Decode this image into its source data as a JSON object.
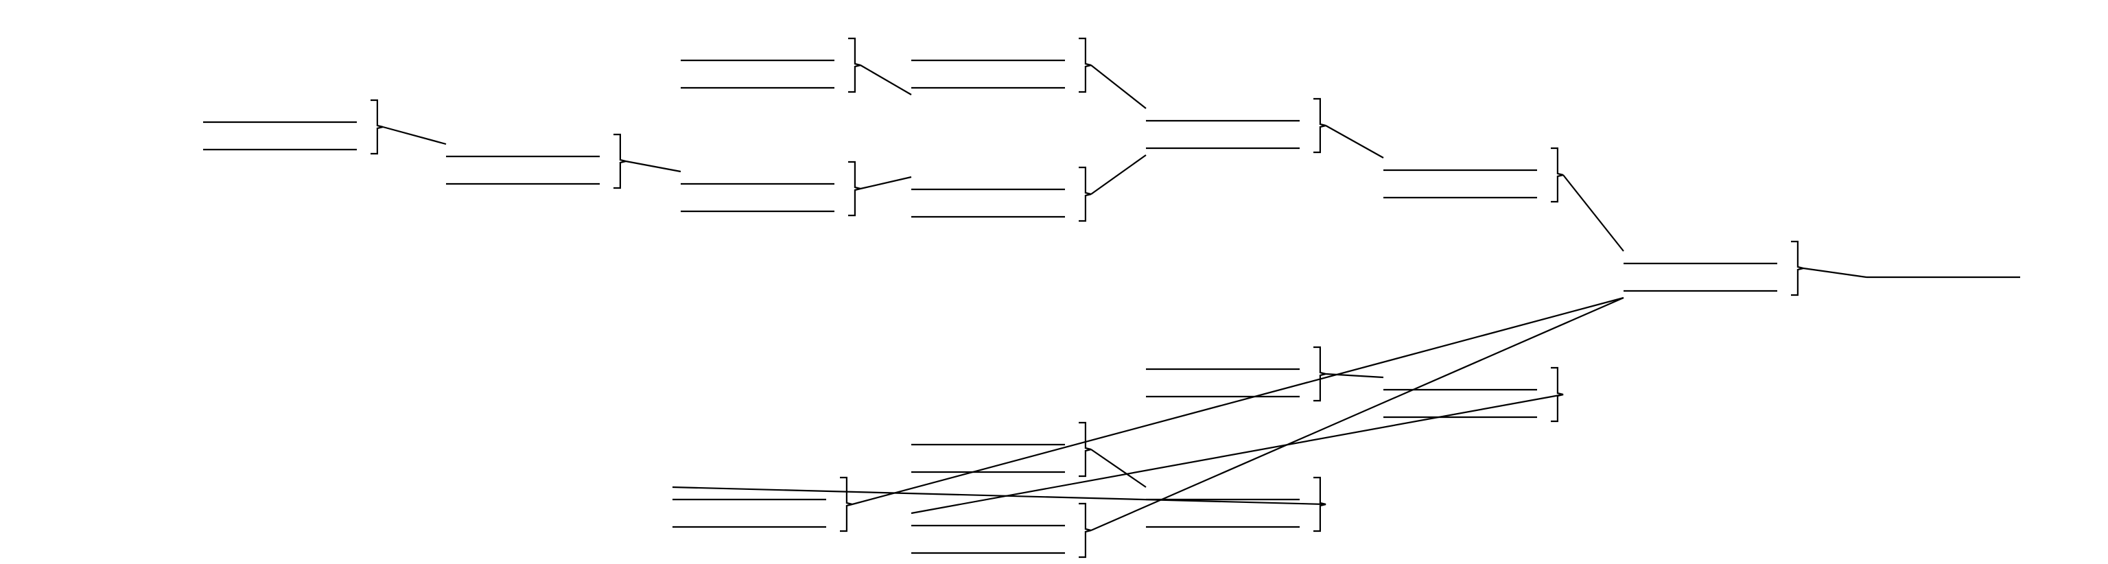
{
  "diagram": {
    "type": "tournament-bracket",
    "colors": {
      "background": "#ffffff",
      "line": "#000000"
    },
    "entries": [
      {
        "id": "e1",
        "names": [
          "",
          ""
        ]
      },
      {
        "id": "e2",
        "names": [
          "",
          ""
        ]
      },
      {
        "id": "e3",
        "names": [
          "",
          ""
        ]
      },
      {
        "id": "e4",
        "names": [
          "",
          ""
        ]
      },
      {
        "id": "e5",
        "names": [
          "",
          ""
        ]
      },
      {
        "id": "e6",
        "names": [
          "",
          ""
        ]
      },
      {
        "id": "e7",
        "names": [
          "",
          ""
        ]
      },
      {
        "id": "e8",
        "names": [
          "",
          ""
        ]
      },
      {
        "id": "e9",
        "names": [
          "",
          ""
        ]
      },
      {
        "id": "e10",
        "names": [
          "",
          ""
        ]
      },
      {
        "id": "e11",
        "names": [
          "",
          ""
        ]
      },
      {
        "id": "e12",
        "names": [
          "",
          ""
        ]
      },
      {
        "id": "e13",
        "names": [
          "",
          ""
        ]
      },
      {
        "id": "e14",
        "names": [
          "",
          ""
        ]
      },
      {
        "id": "e15",
        "names": [
          "",
          ""
        ]
      }
    ],
    "champion": {
      "id": "winner",
      "name": ""
    },
    "connections": [
      [
        "e1",
        "e2"
      ],
      [
        "e2",
        "e3"
      ],
      [
        "e4",
        "e5"
      ],
      [
        "e3",
        "e6"
      ],
      [
        "e5",
        "e7"
      ],
      [
        "e6",
        "e7"
      ],
      [
        "e7",
        "e8"
      ],
      [
        "e8",
        "e9"
      ],
      [
        "e10",
        "e11"
      ],
      [
        "e12",
        "e13"
      ],
      [
        "e11",
        "e14"
      ],
      [
        "e13",
        "e15"
      ],
      [
        "e14",
        "e9"
      ],
      [
        "e15",
        "e9"
      ],
      [
        "e9",
        "winner"
      ]
    ]
  }
}
